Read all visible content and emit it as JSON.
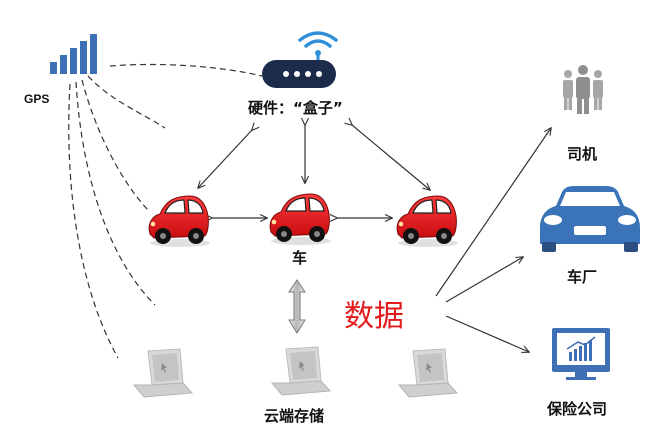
{
  "labels": {
    "gps": "GPS",
    "hardware": "硬件：“盒子”",
    "car": "车",
    "data": "数据",
    "cloud": "云端存储",
    "driver": "司机",
    "factory": "车厂",
    "insurer": "保险公司"
  },
  "colors": {
    "gps_bars": "#3d6fb6",
    "router_body": "#1d2b4a",
    "wifi": "#2f8fd8",
    "car_body": "#e0131a",
    "data_text": "#e21c1c",
    "people": "#a6a6a6",
    "factory_car": "#3a73b8",
    "monitor": "#3f6fb4",
    "laptop": "#bfbfbf"
  },
  "icons": [
    "signal-bars-icon",
    "router-icon",
    "car-icon",
    "laptop-icon",
    "people-icon",
    "car-front-icon",
    "monitor-chart-icon"
  ]
}
